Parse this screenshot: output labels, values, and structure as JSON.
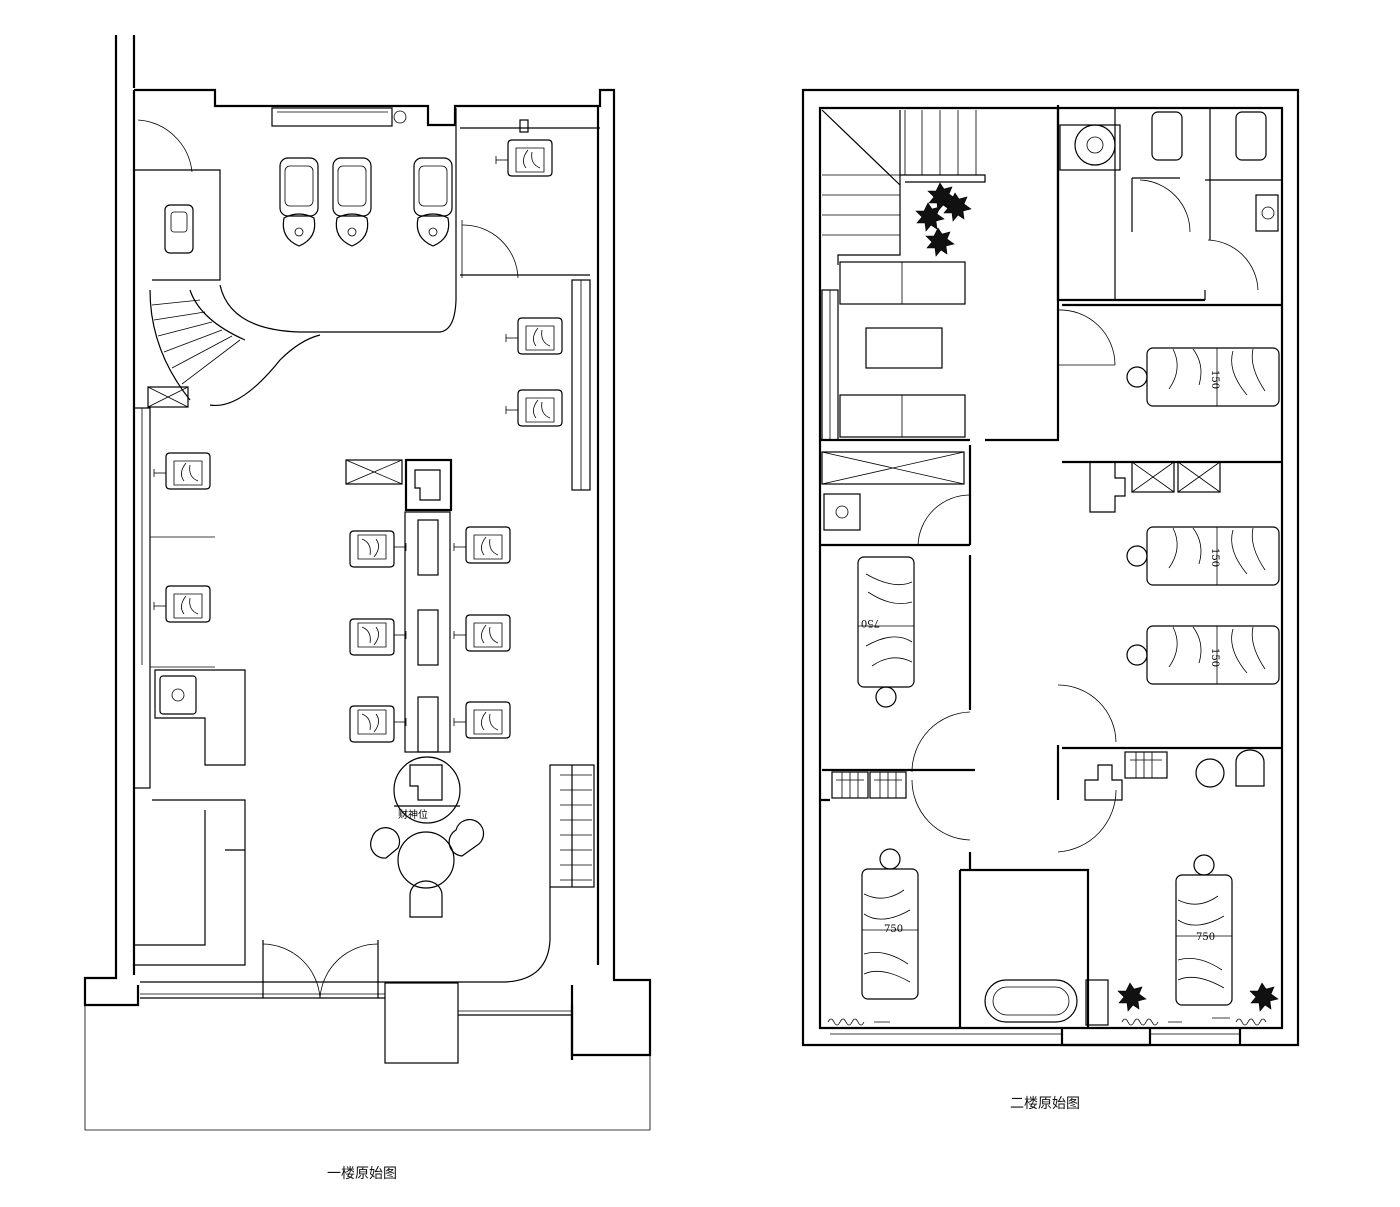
{
  "floor1": {
    "caption": "一楼原始图",
    "wealth_label": "财神位"
  },
  "floor2": {
    "caption": "二楼原始图",
    "dimensions": [
      "150",
      "150",
      "150",
      "750",
      "750",
      "750"
    ]
  }
}
